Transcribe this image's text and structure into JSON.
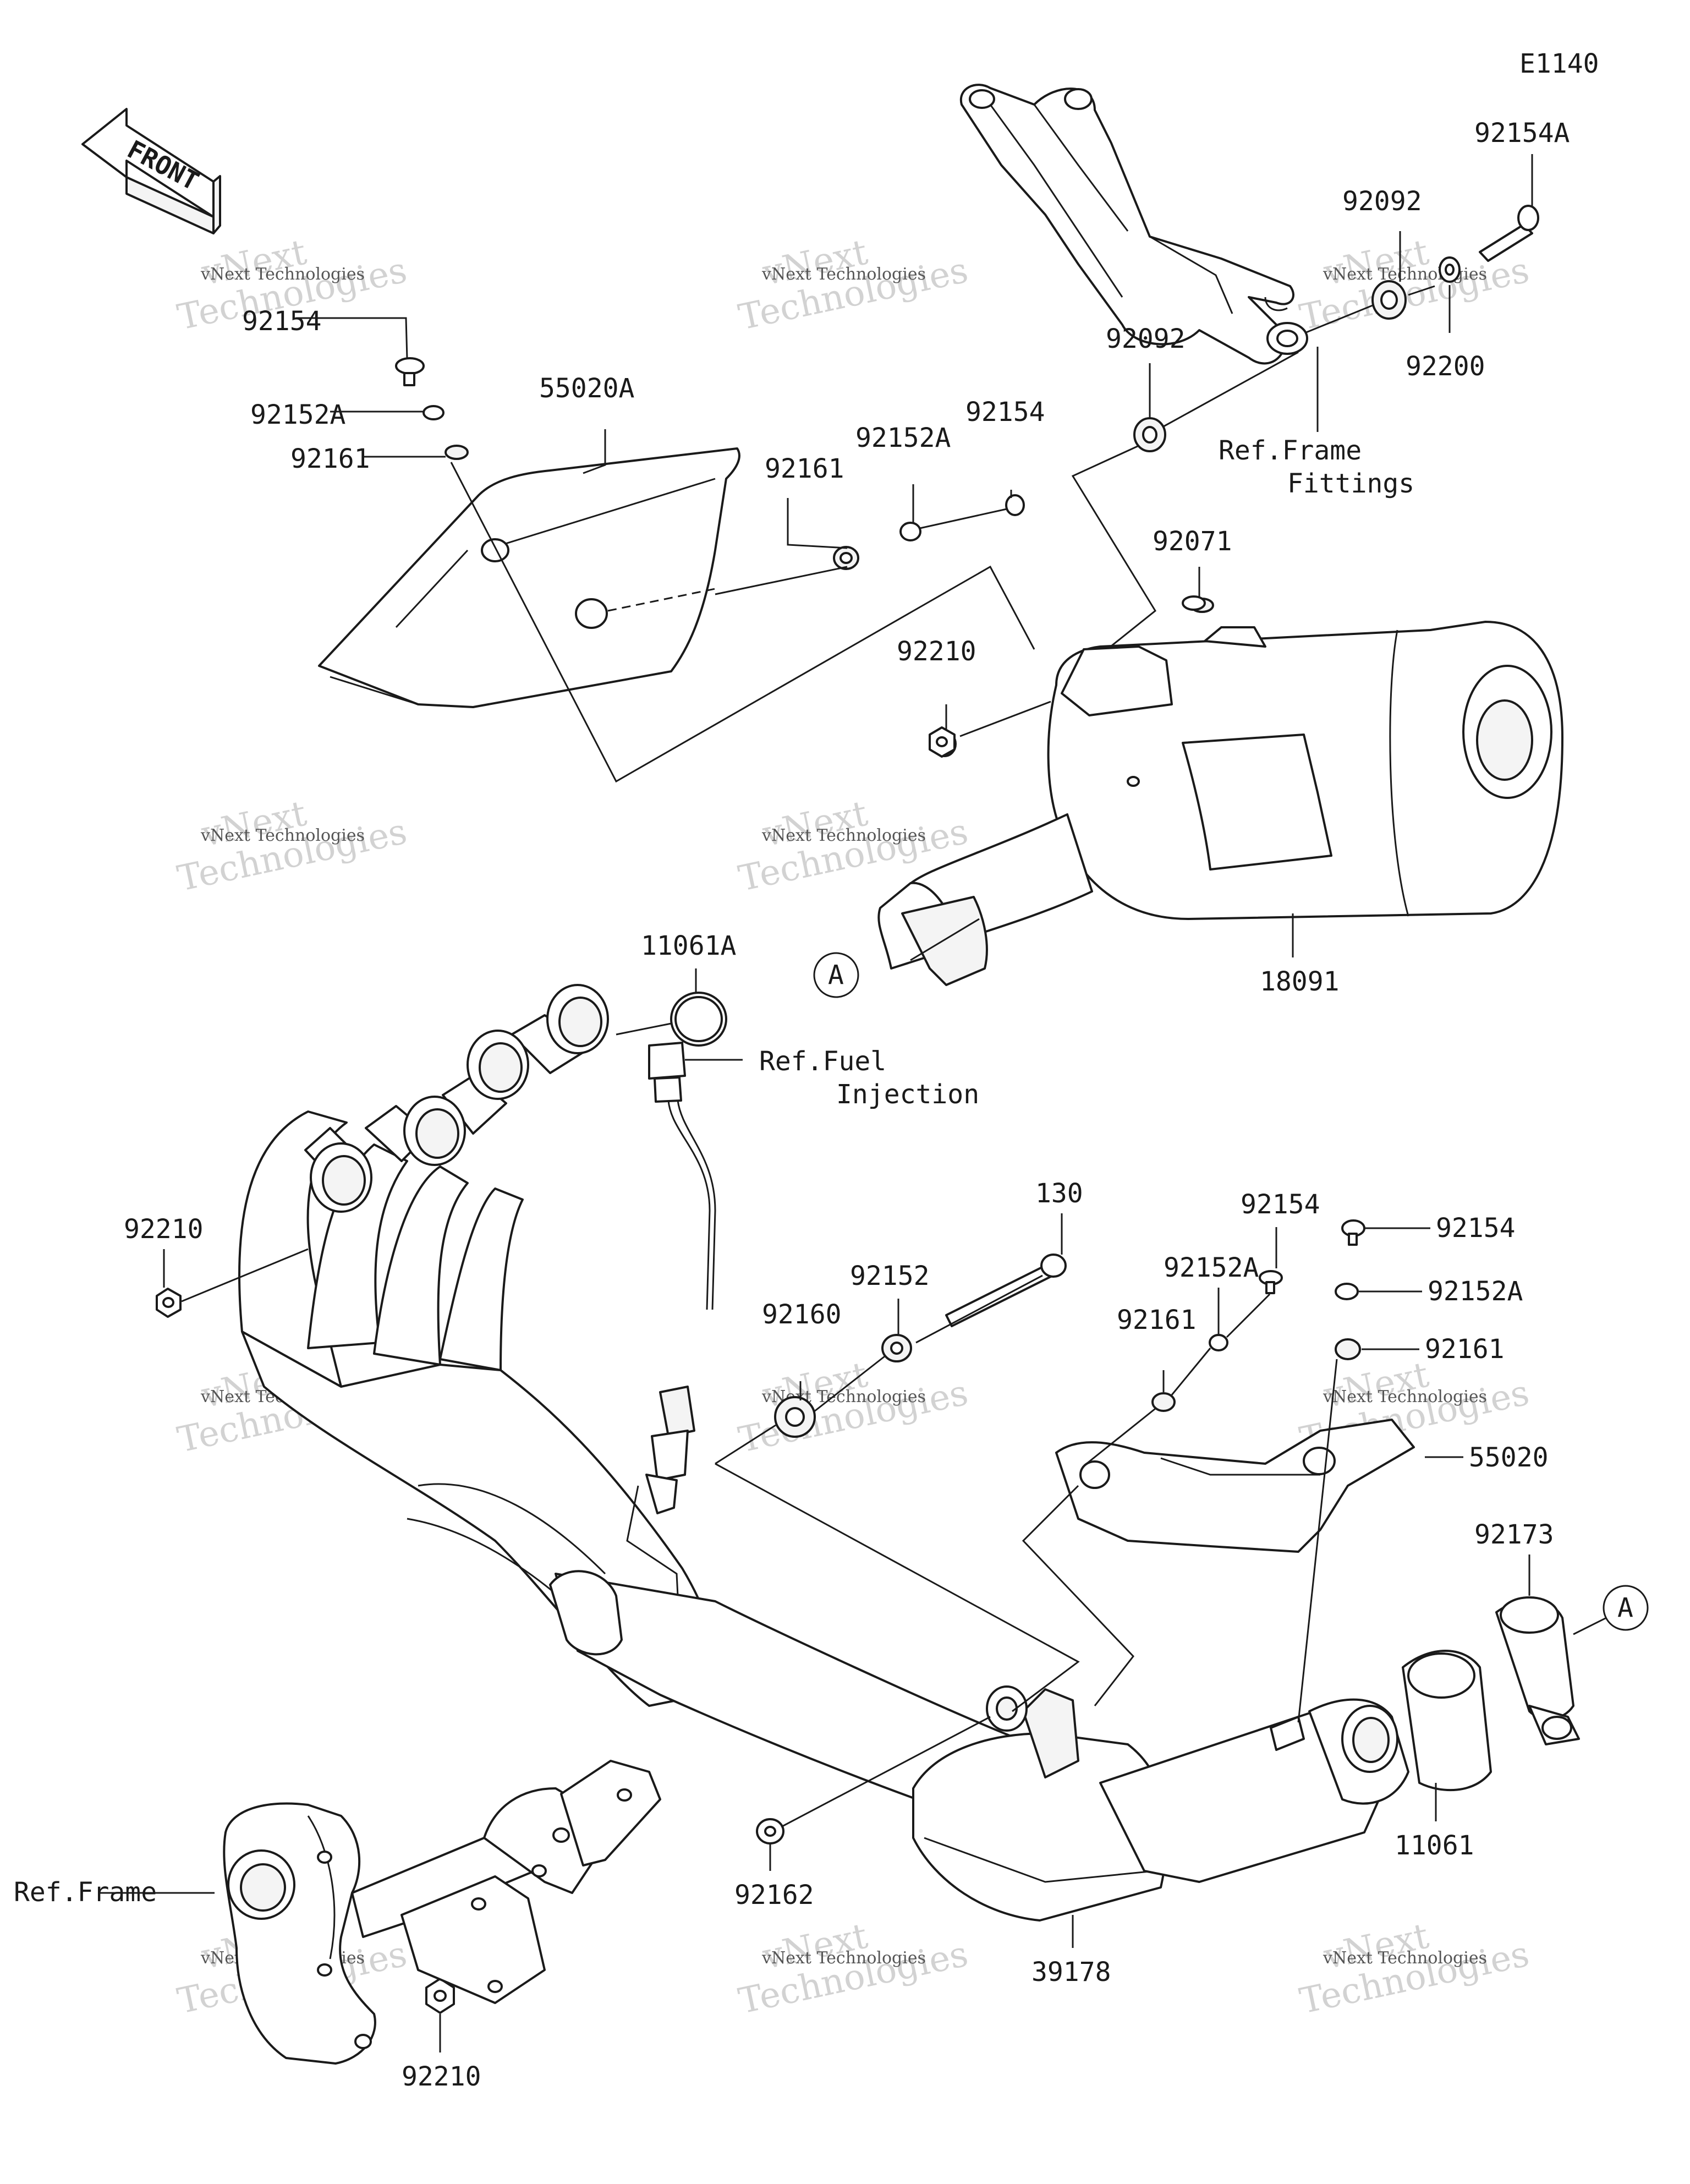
{
  "diagram_id": "E1140",
  "front_label": "FRONT",
  "watermark": {
    "line1": "vNext",
    "line2": "Technologies",
    "caption": "vNext Technologies"
  },
  "callouts": {
    "a_top": "A",
    "a_right": "A"
  },
  "references": {
    "frame_fittings_1": "Ref.Frame",
    "frame_fittings_2": "Fittings",
    "fuel_injection_1": "Ref.Fuel",
    "fuel_injection_2": "Injection",
    "frame": "Ref.Frame"
  },
  "parts": {
    "p92154A": "92154A",
    "p92092_top": "92092",
    "p92200": "92200",
    "p92092_mid": "92092",
    "p92154_tl": "92154",
    "p92152A_tl": "92152A",
    "p92161_tl": "92161",
    "p55020A": "55020A",
    "p92161_mid": "92161",
    "p92152A_mid": "92152A",
    "p92154_mid": "92154",
    "p92071": "92071",
    "p92210_mid": "92210",
    "p18091": "18091",
    "p11061A": "11061A",
    "p92210_left": "92210",
    "p130": "130",
    "p92154_r1": "92154",
    "p92154_r2": "92154",
    "p92152": "92152",
    "p92152A_r1": "92152A",
    "p92152A_r2": "92152A",
    "p92160": "92160",
    "p92161_r1": "92161",
    "p92161_r2": "92161",
    "p55020": "55020",
    "p92173": "92173",
    "p11061": "11061",
    "p92162": "92162",
    "p39178": "39178",
    "p92210_bottom": "92210"
  }
}
